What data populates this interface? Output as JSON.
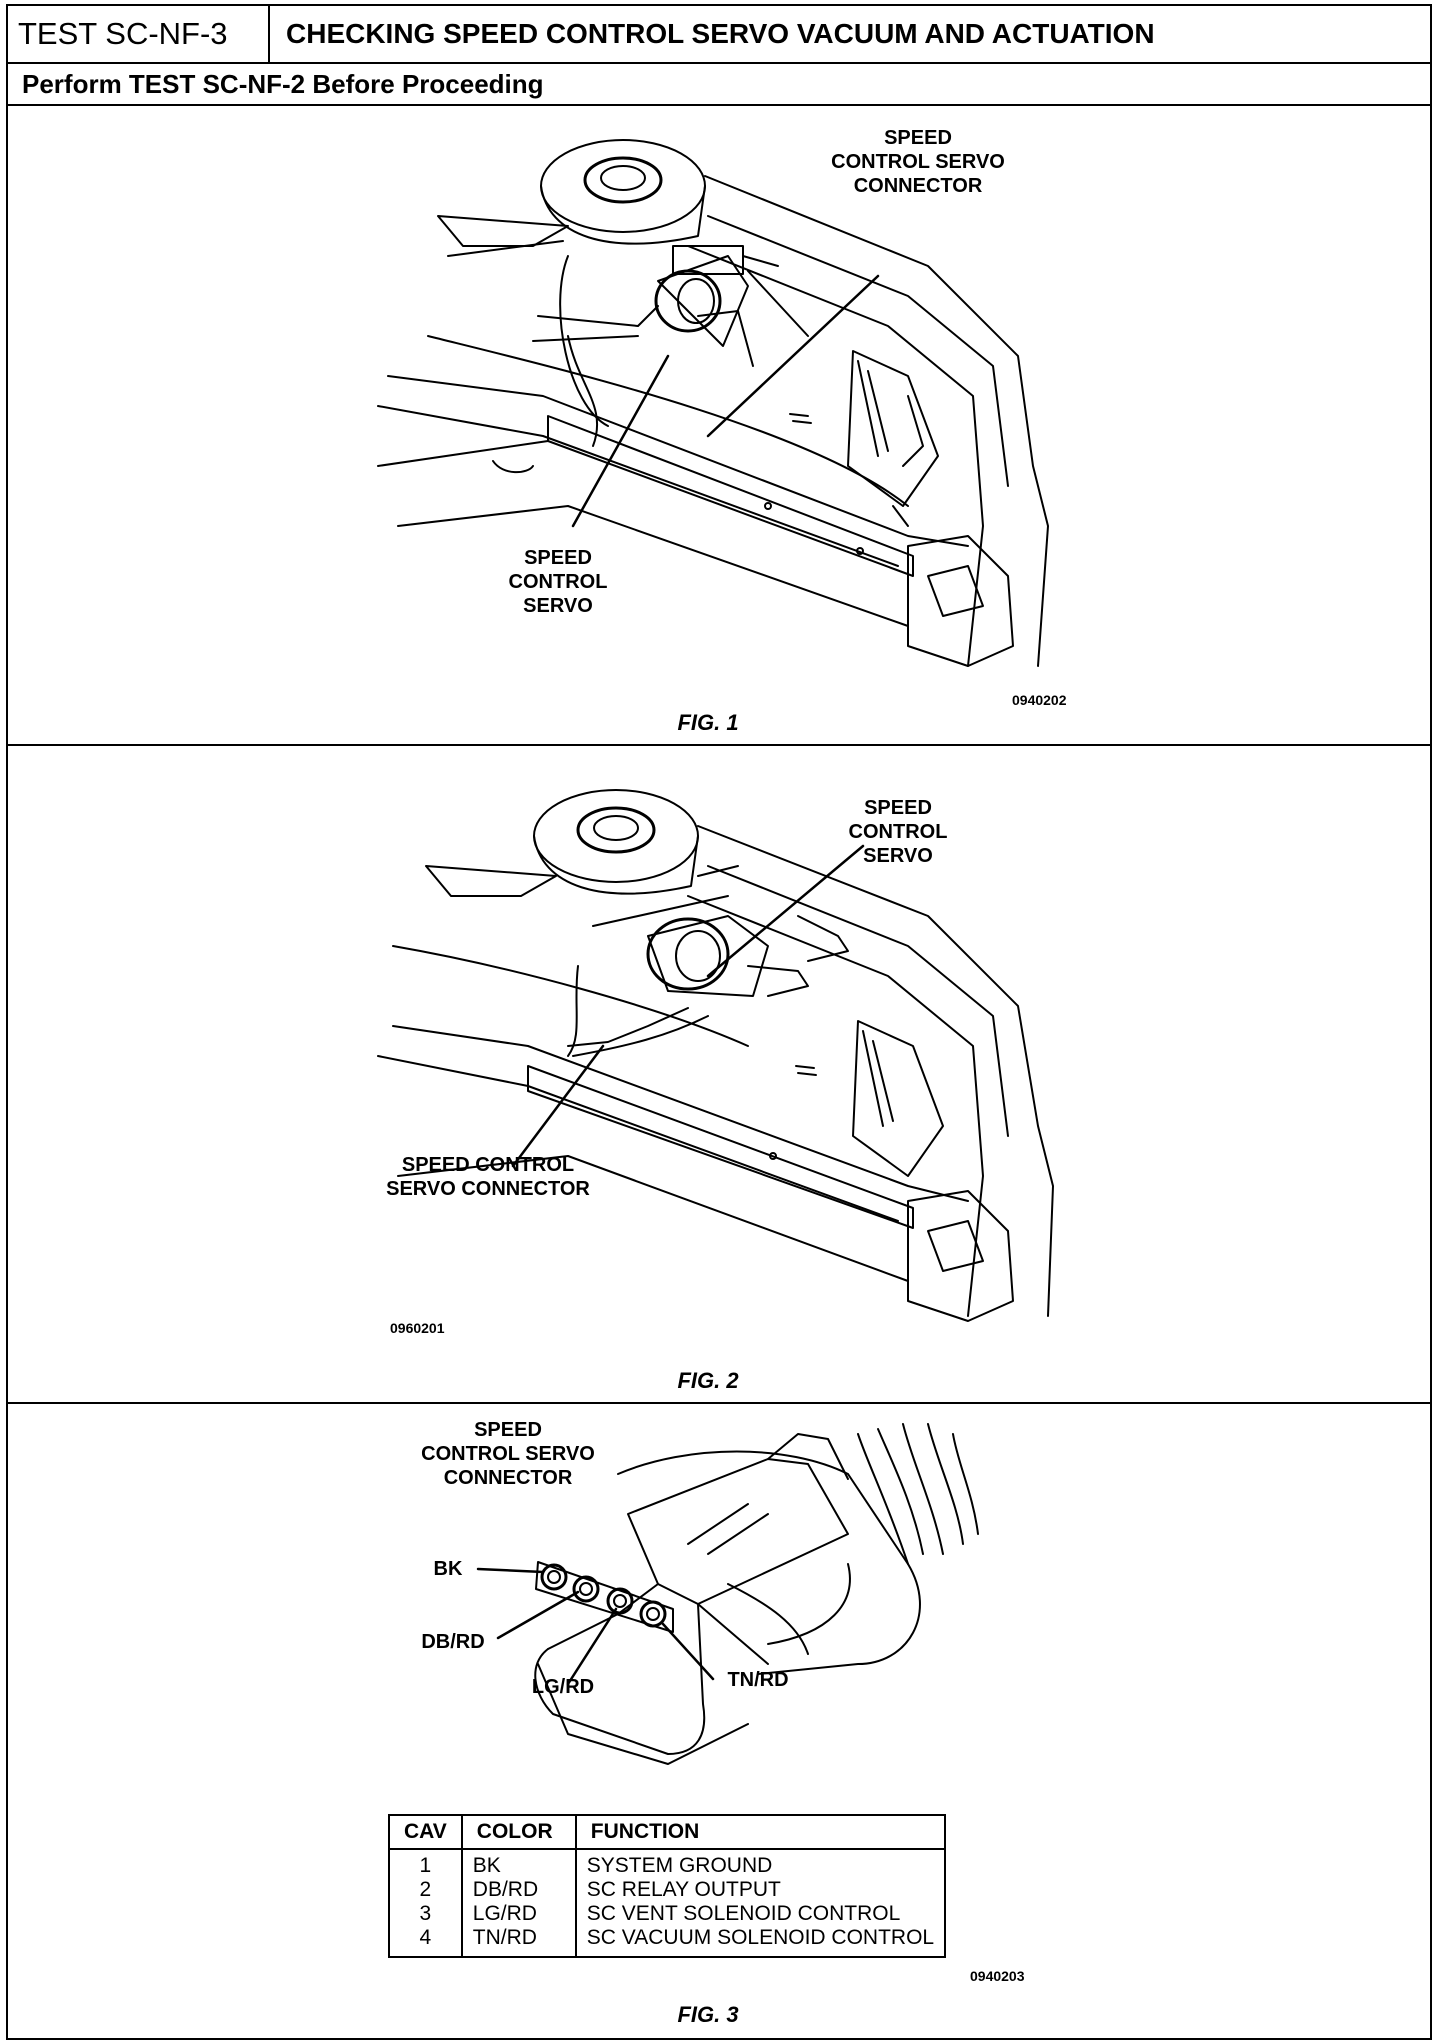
{
  "header": {
    "test_id": "TEST SC-NF-3",
    "title": "CHECKING SPEED CONTROL SERVO VACUUM AND ACTUATION",
    "subtitle": "Perform TEST SC-NF-2 Before Proceeding"
  },
  "fig1": {
    "caption": "FIG. 1",
    "code": "0940202",
    "label_connector_lines": [
      "SPEED",
      "CONTROL SERVO",
      "CONNECTOR"
    ],
    "label_servo_lines": [
      "SPEED",
      "CONTROL",
      "SERVO"
    ]
  },
  "fig2": {
    "caption": "FIG. 2",
    "code": "0960201",
    "label_servo_lines": [
      "SPEED",
      "CONTROL",
      "SERVO"
    ],
    "label_connector_lines": [
      "SPEED CONTROL",
      "SERVO CONNECTOR"
    ]
  },
  "fig3": {
    "caption": "FIG. 3",
    "code": "0940203",
    "label_connector_lines": [
      "SPEED",
      "CONTROL SERVO",
      "CONNECTOR"
    ],
    "pin_labels": [
      "BK",
      "DB/RD",
      "LG/RD",
      "TN/RD"
    ],
    "table": {
      "headers": [
        "CAV",
        "COLOR",
        "FUNCTION"
      ],
      "rows": [
        [
          "1",
          "BK",
          "SYSTEM GROUND"
        ],
        [
          "2",
          "DB/RD",
          "SC RELAY OUTPUT"
        ],
        [
          "3",
          "LG/RD",
          "SC VENT SOLENOID CONTROL"
        ],
        [
          "4",
          "TN/RD",
          "SC VACUUM SOLENOID CONTROL"
        ]
      ]
    }
  }
}
